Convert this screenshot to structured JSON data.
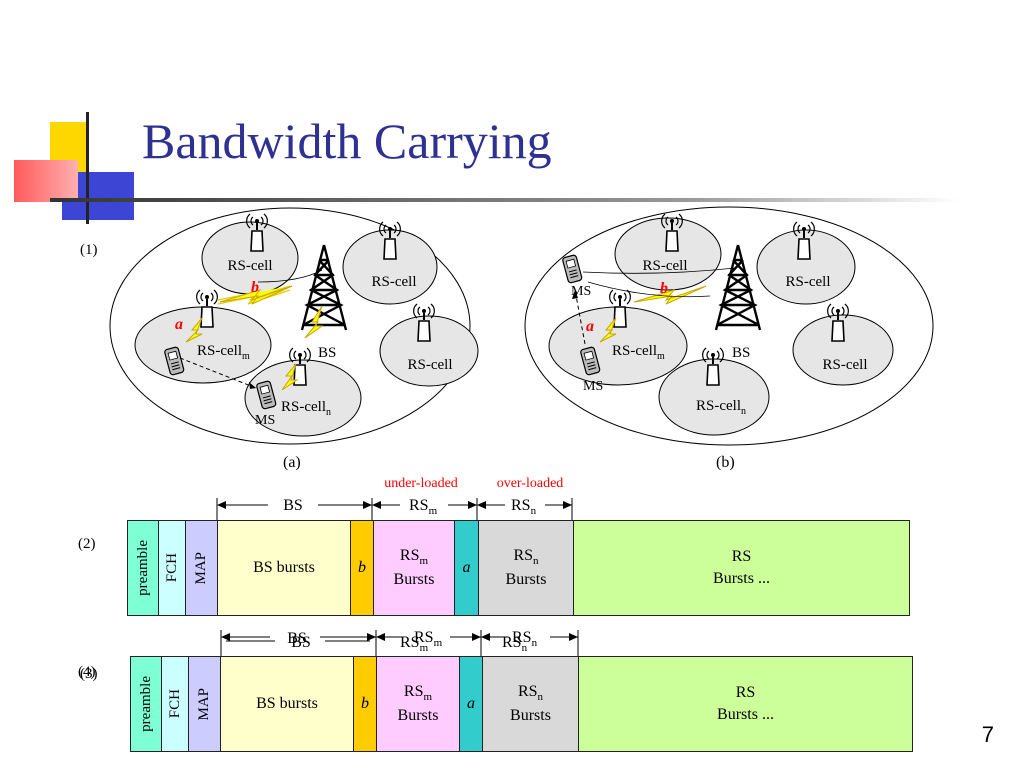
{
  "slide": {
    "title": "Bandwidth Carrying",
    "page_number": "7"
  },
  "colors": {
    "title": "#2e3192",
    "preamble": "#7fffd4",
    "fch": "#ccffff",
    "map": "#ccccff",
    "bs_bursts": "#ffffcc",
    "b": "#ffcc00",
    "rsm": "#ffccff",
    "a": "#33cccc",
    "rsn": "#d9d9d9",
    "rs": "#ccff99",
    "signal": "#ffff00",
    "accent_red": "#ff0000"
  },
  "diagram": {
    "section_1_label": "(1)",
    "sub_a": "(a)",
    "sub_b": "(b)",
    "rs_cell": "RS-cell",
    "rs_cell_m_base": "RS-cell",
    "rs_cell_n_base": "RS-cell",
    "sub_m": "m",
    "sub_n": "n",
    "bs": "BS",
    "ms": "MS",
    "link_a": "a",
    "link_b": "b"
  },
  "frames": {
    "section_2_label": "(2)",
    "section_3_label": "(3)",
    "section_4_label": "(4)",
    "under_loaded": "under-loaded",
    "over_loaded": "over-loaded",
    "hdr_bs": "BS",
    "hdr_rs": "RS",
    "sub_m": "m",
    "sub_n": "n",
    "preamble": "preamble",
    "fch": "FCH",
    "map": "MAP",
    "bs_bursts": "BS bursts",
    "b": "b",
    "rs_m": "RS",
    "bursts": "Bursts",
    "a": "a",
    "rs_n": "RS",
    "rs": "RS",
    "rs_bursts_more": "Bursts ..."
  }
}
